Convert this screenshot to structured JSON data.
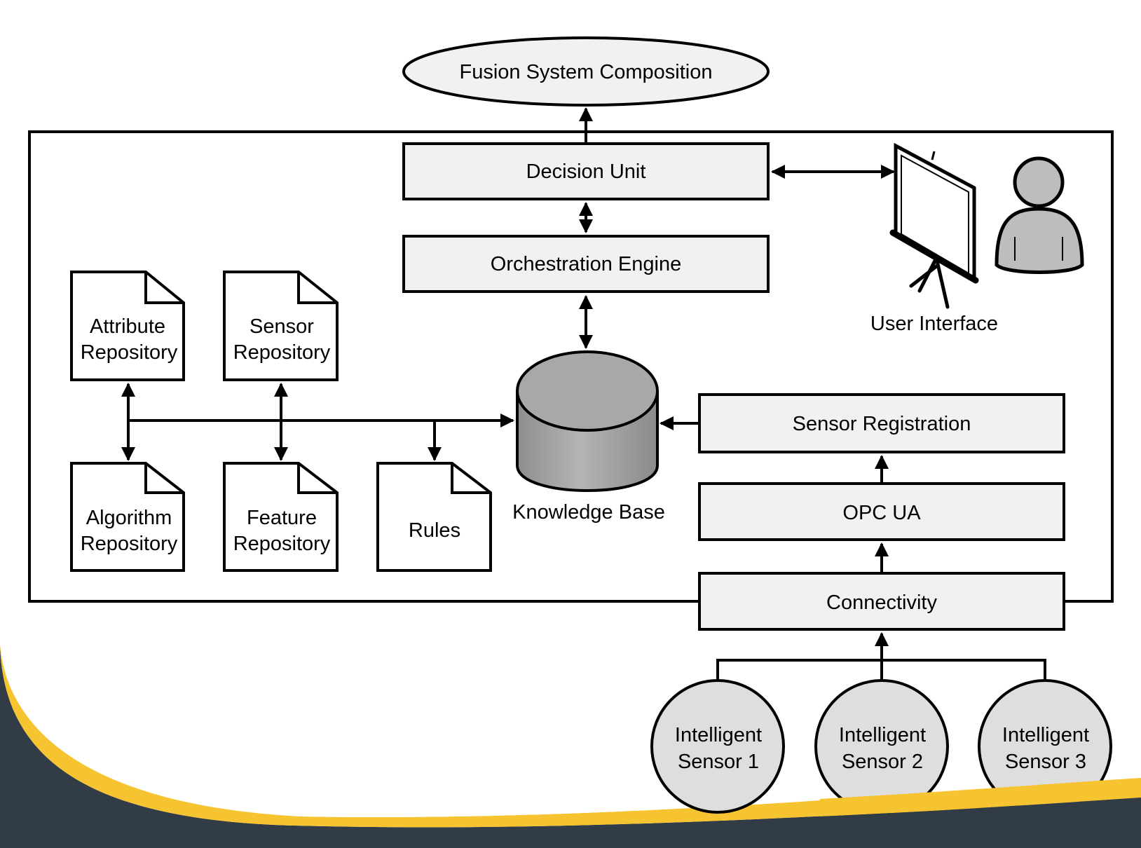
{
  "composition": {
    "label": "Fusion System Composition"
  },
  "decision_unit": {
    "label": "Decision Unit"
  },
  "orchestration_engine": {
    "label": "Orchestration Engine"
  },
  "user_interface": {
    "label": "User Interface"
  },
  "knowledge_base": {
    "label": "Knowledge Base"
  },
  "repositories": {
    "attribute": [
      "Attribute",
      "Repository"
    ],
    "sensor": [
      "Sensor",
      "Repository"
    ],
    "algorithm": [
      "Algorithm",
      "Repository"
    ],
    "feature": [
      "Feature",
      "Repository"
    ],
    "rules": "Rules"
  },
  "sensor_registration": {
    "label": "Sensor Registration"
  },
  "opc_ua": {
    "label": "OPC UA"
  },
  "connectivity": {
    "label": "Connectivity"
  },
  "sensors": [
    [
      "Intelligent",
      "Sensor 1"
    ],
    [
      "Intelligent",
      "Sensor 2"
    ],
    [
      "Intelligent",
      "Sensor 3"
    ]
  ],
  "colors": {
    "box_fill": "#f1f1f1",
    "cylinder_fill": "#a8a8a8",
    "sensor_fill": "#dedede",
    "swoosh_yellow": "#f7c431",
    "swoosh_dark": "#323c46"
  }
}
